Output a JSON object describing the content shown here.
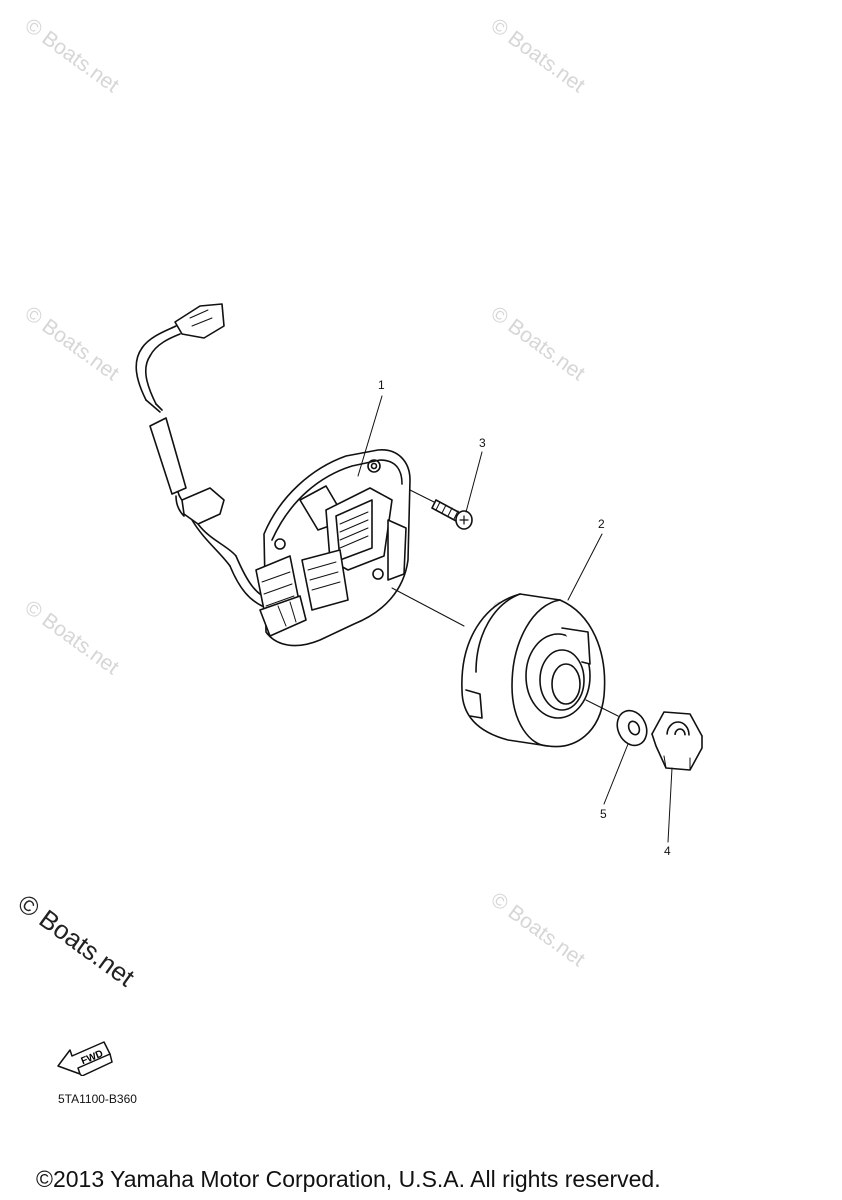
{
  "watermark_text": "© Boats.net",
  "callouts": {
    "c1": "1",
    "c2": "2",
    "c3": "3",
    "c4": "4",
    "c5": "5"
  },
  "fwd_label": "FWD",
  "diagram_code": "5TA1100-B360",
  "copyright": "©2013 Yamaha Motor Corporation, U.S.A. All rights reserved."
}
